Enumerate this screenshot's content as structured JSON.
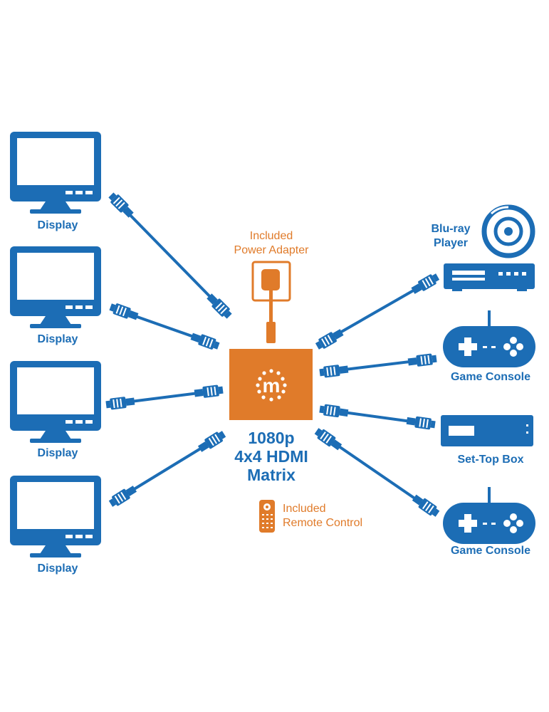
{
  "colors": {
    "device_blue": "#1c6db5",
    "accent_orange": "#e07b2a",
    "background": "#ffffff"
  },
  "displays": [
    {
      "label": "Display",
      "icon": "monitor-icon"
    },
    {
      "label": "Display",
      "icon": "monitor-icon"
    },
    {
      "label": "Display",
      "icon": "monitor-icon"
    },
    {
      "label": "Display",
      "icon": "monitor-icon"
    }
  ],
  "sources": {
    "bluray": {
      "label_line1": "Blu-ray",
      "label_line2": "Player",
      "icon": "blu-ray-player-icon"
    },
    "game_console_1": {
      "label": "Game Console",
      "icon": "gamepad-icon"
    },
    "set_top_box": {
      "label": "Set-Top Box",
      "icon": "set-top-box-icon"
    },
    "game_console_2": {
      "label": "Game Console",
      "icon": "gamepad-icon"
    }
  },
  "matrix": {
    "title_line1": "1080p",
    "title_line2": "4x4 HDMI",
    "title_line3": "Matrix",
    "logo_letter": "m",
    "icon": "hdmi-matrix-box-icon"
  },
  "power_adapter": {
    "line1": "Included",
    "line2": "Power Adapter",
    "icon": "power-adapter-icon"
  },
  "remote_control": {
    "line1": "Included",
    "line2": "Remote Control",
    "icon": "remote-control-icon"
  }
}
